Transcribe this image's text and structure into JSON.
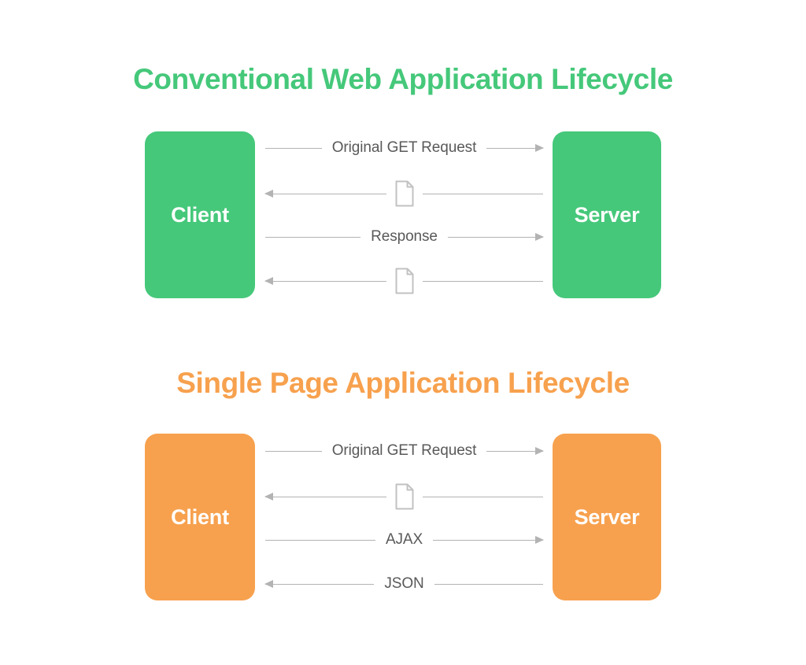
{
  "page": {
    "background": "#ffffff",
    "accent_green": "#45c87a",
    "accent_orange": "#f7a14e",
    "line_color": "#b3b3b3",
    "label_color": "#595959"
  },
  "diagrams": [
    {
      "title": "Conventional Web Application Lifecycle",
      "color": "#45c87a",
      "left_node": "Client",
      "right_node": "Server",
      "flows": [
        {
          "label": "Original GET Request",
          "direction": "right",
          "kind": "text"
        },
        {
          "label": "",
          "direction": "left",
          "kind": "document",
          "icon": "document-icon"
        },
        {
          "label": "Response",
          "direction": "right",
          "kind": "text"
        },
        {
          "label": "",
          "direction": "left",
          "kind": "document",
          "icon": "document-icon"
        }
      ]
    },
    {
      "title": "Single Page Application Lifecycle",
      "color": "#f7a14e",
      "left_node": "Client",
      "right_node": "Server",
      "flows": [
        {
          "label": "Original GET Request",
          "direction": "right",
          "kind": "text"
        },
        {
          "label": "",
          "direction": "left",
          "kind": "document",
          "icon": "document-icon"
        },
        {
          "label": "AJAX",
          "direction": "right",
          "kind": "text"
        },
        {
          "label": "JSON",
          "direction": "left",
          "kind": "text"
        }
      ]
    }
  ]
}
